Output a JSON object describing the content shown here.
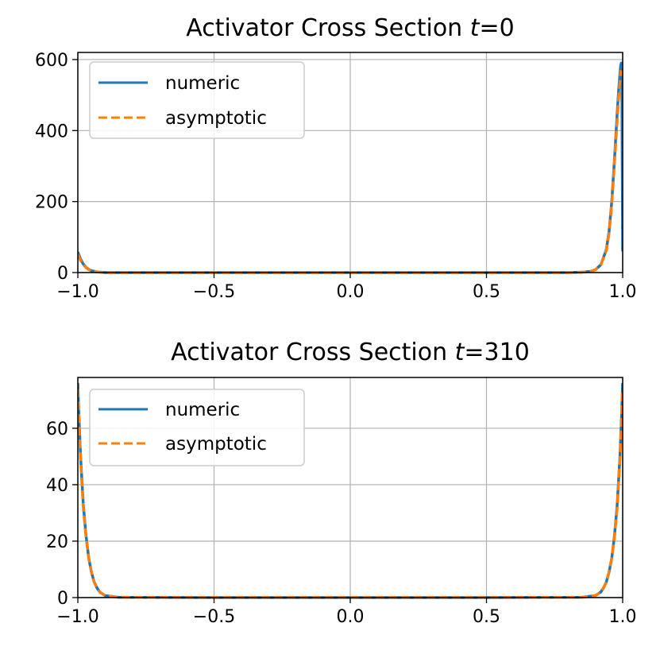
{
  "chart_data": [
    {
      "type": "line",
      "title_prefix": "Activator Cross Section ",
      "title_var": "t",
      "title_suffix": "=0",
      "xlim": [
        -1.0,
        1.0
      ],
      "ylim": [
        0,
        620
      ],
      "xticks": [
        -1.0,
        -0.5,
        0.0,
        0.5,
        1.0
      ],
      "xtick_labels": [
        "−1.0",
        "−0.5",
        "0.0",
        "0.5",
        "1.0"
      ],
      "yticks": [
        0,
        200,
        400,
        600
      ],
      "ytick_labels": [
        "0",
        "200",
        "400",
        "600"
      ],
      "grid": true,
      "legend_position": "upper-left",
      "series": [
        {
          "name": "numeric",
          "color": "#1f77b4",
          "dash": "solid",
          "x": [
            -1.0,
            -0.99,
            -0.98,
            -0.97,
            -0.96,
            -0.95,
            -0.93,
            -0.9,
            -0.8,
            -0.5,
            0.0,
            0.5,
            0.8,
            0.85,
            0.88,
            0.9,
            0.92,
            0.94,
            0.95,
            0.96,
            0.97,
            0.98,
            0.985,
            0.99,
            0.993,
            0.995,
            0.996,
            0.997,
            1.0
          ],
          "y": [
            58,
            38,
            24,
            15,
            9,
            5,
            2,
            0,
            0,
            0,
            0,
            0,
            0,
            1,
            3,
            8,
            22,
            65,
            115,
            200,
            320,
            450,
            510,
            560,
            585,
            590,
            585,
            560,
            60
          ]
        },
        {
          "name": "asymptotic",
          "color": "#ff7f0e",
          "dash": "dashed",
          "x": [
            -1.0,
            -0.99,
            -0.98,
            -0.97,
            -0.96,
            -0.95,
            -0.93,
            -0.9,
            -0.8,
            -0.5,
            0.0,
            0.5,
            0.8,
            0.85,
            0.88,
            0.9,
            0.92,
            0.94,
            0.95,
            0.96,
            0.97,
            0.98,
            0.985,
            0.99,
            0.993,
            0.995
          ],
          "y": [
            52,
            34,
            22,
            14,
            8,
            5,
            2,
            0,
            0,
            0,
            0,
            0,
            0,
            1,
            3,
            8,
            22,
            62,
            110,
            195,
            310,
            430,
            490,
            540,
            565,
            570
          ]
        }
      ]
    },
    {
      "type": "line",
      "title_prefix": "Activator Cross Section ",
      "title_var": "t",
      "title_suffix": "=310",
      "xlim": [
        -1.0,
        1.0
      ],
      "ylim": [
        0,
        78
      ],
      "xticks": [
        -1.0,
        -0.5,
        0.0,
        0.5,
        1.0
      ],
      "xtick_labels": [
        "−1.0",
        "−0.5",
        "0.0",
        "0.5",
        "1.0"
      ],
      "yticks": [
        0,
        20,
        40,
        60
      ],
      "ytick_labels": [
        "0",
        "20",
        "40",
        "60"
      ],
      "grid": true,
      "legend_position": "upper-left",
      "series": [
        {
          "name": "numeric",
          "color": "#1f77b4",
          "dash": "solid",
          "x": [
            -1.0,
            -0.995,
            -0.99,
            -0.98,
            -0.97,
            -0.96,
            -0.95,
            -0.94,
            -0.93,
            -0.92,
            -0.9,
            -0.85,
            -0.5,
            0.0,
            0.5,
            0.85,
            0.9,
            0.92,
            0.93,
            0.94,
            0.95,
            0.96,
            0.97,
            0.98,
            0.99,
            0.995,
            1.0
          ],
          "y": [
            76,
            62,
            50,
            33,
            22,
            14,
            9,
            5.5,
            3.5,
            2,
            0.7,
            0.1,
            0,
            0,
            0,
            0.1,
            0.7,
            2,
            3.5,
            5.5,
            9,
            14,
            22,
            33,
            50,
            62,
            76
          ]
        },
        {
          "name": "asymptotic",
          "color": "#ff7f0e",
          "dash": "dashed",
          "x": [
            -1.0,
            -0.995,
            -0.99,
            -0.98,
            -0.97,
            -0.96,
            -0.95,
            -0.94,
            -0.93,
            -0.92,
            -0.9,
            -0.85,
            -0.5,
            0.0,
            0.5,
            0.85,
            0.9,
            0.92,
            0.93,
            0.94,
            0.95,
            0.96,
            0.97,
            0.98,
            0.99,
            0.995,
            1.0
          ],
          "y": [
            74,
            60,
            49,
            32,
            21.5,
            14,
            9,
            5.5,
            3.5,
            2,
            0.7,
            0.1,
            0,
            0,
            0,
            0.1,
            0.7,
            2,
            3.5,
            5.5,
            9,
            14,
            21.5,
            32,
            49,
            60,
            74
          ]
        }
      ]
    }
  ]
}
